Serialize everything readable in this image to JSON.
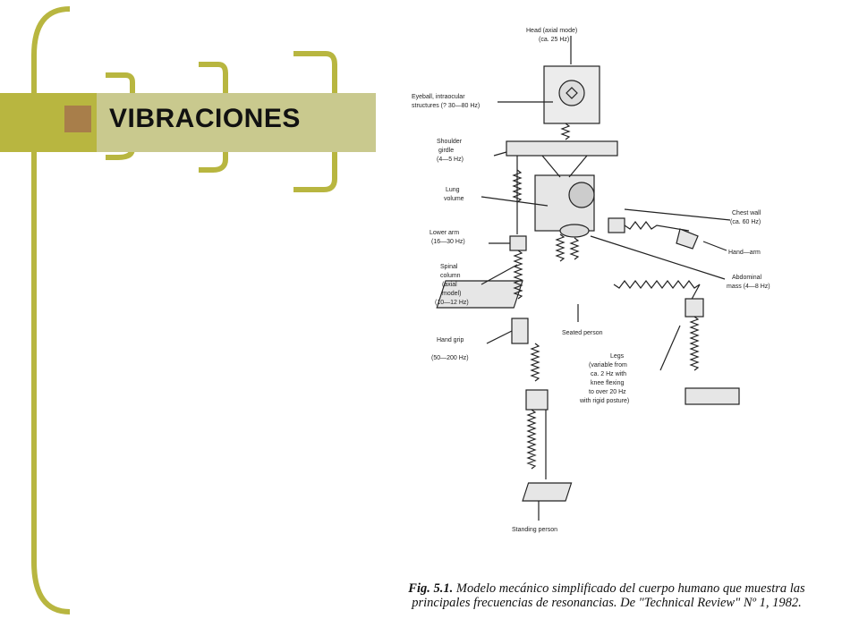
{
  "slide": {
    "title": "VIBRACIONES",
    "accent_color": "#b8b640",
    "bar_color": "#c9c98e",
    "square_color": "#a87e4a"
  },
  "diagram": {
    "labels": {
      "head": "Head (axial mode)",
      "head_freq": "(ca. 25 Hz)",
      "eyeball": "Eyeball, intraocular",
      "eyeball2": "structures (? 30—80 Hz)",
      "shoulder": "Shoulder",
      "shoulder2": "girdle",
      "shoulder3": "(4—5 Hz)",
      "lung": "Lung",
      "lung2": "volume",
      "lowerarm": "Lower arm",
      "lowerarm2": "(16—30 Hz)",
      "spinal": "Spinal",
      "spinal2": "column",
      "spinal3": "(axial",
      "spinal4": "model)",
      "spinal5": "(10—12 Hz)",
      "handgrip": "Hand grip",
      "handgrip2": "(50—200 Hz)",
      "chestwall": "Chest wall",
      "chestwall2": "(ca. 60 Hz)",
      "handarm": "Hand—arm",
      "abdominal": "Abdominal",
      "abdominal2": "mass (4—8 Hz)",
      "seated": "Seated person",
      "legs": "Legs",
      "legs2": "(variable from",
      "legs3": "ca. 2 Hz with",
      "legs4": "knee flexing",
      "legs5": "to over 20 Hz",
      "legs6": "with rigid posture)",
      "standing": "Standing person"
    }
  },
  "caption": {
    "fig": "Fig. 5.1.",
    "text": " Modelo mecánico simplificado del cuerpo humano que muestra las principales frecuencias de resonancias. De \"Technical Review\" Nº 1, 1982."
  }
}
